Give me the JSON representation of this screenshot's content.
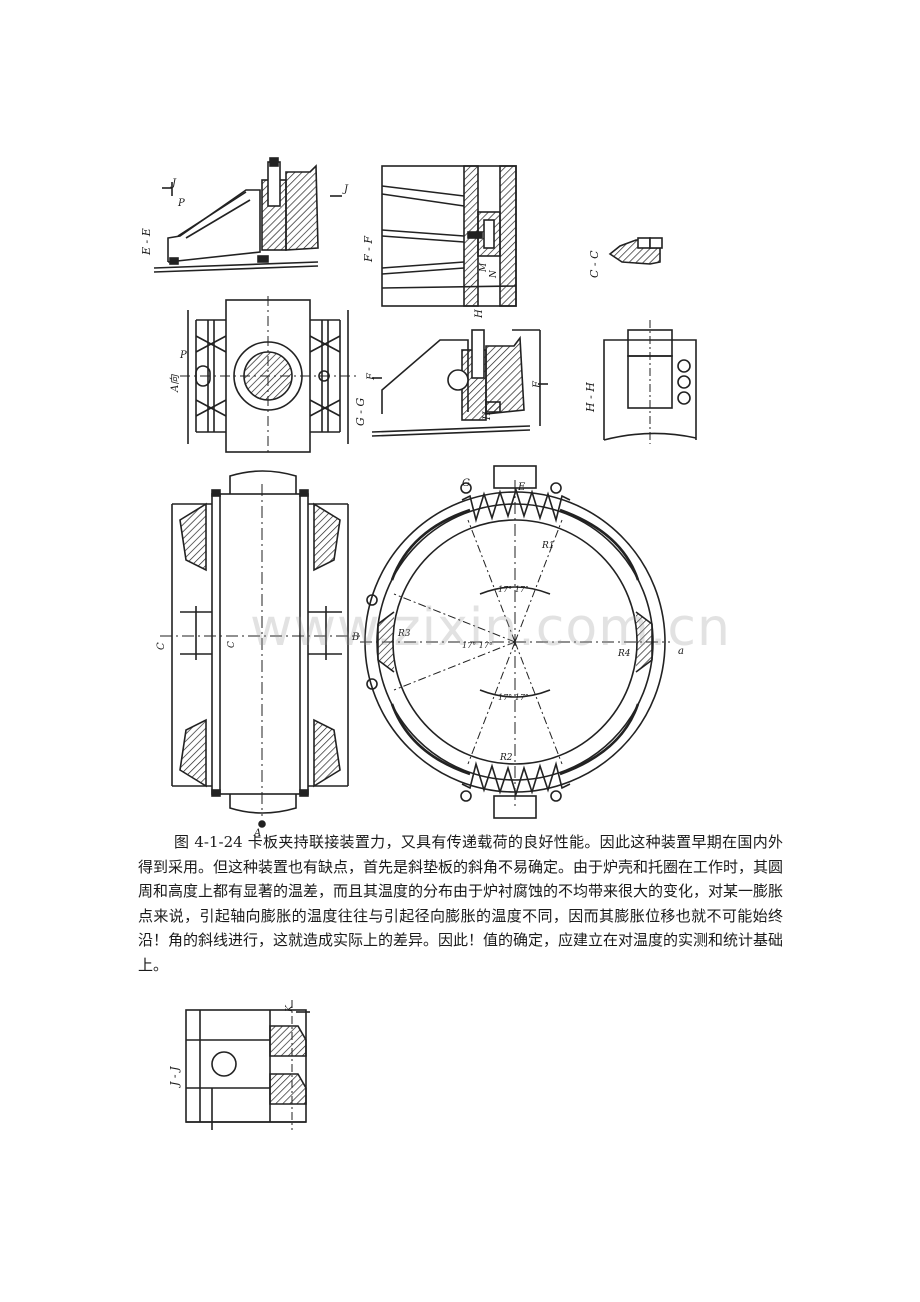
{
  "caption": {
    "text": "图 4-1-24 卡板夹持联接装置力，又具有传递载荷的良好性能。因此这种装置早期在国内外得到采用。但这种装置也有缺点，首先是斜垫板的斜角不易确定。由于炉壳和托圈在工作时，其圆周和高度上都有显著的温差，而且其温度的分布由于炉衬腐蚀的不均带来很大的变化，对某一膨胀点来说，引起轴向膨胀的温度往往与引起径向膨胀的温度不同，因而其膨胀位移也就不可能始终沿！角的斜线进行，这就造成实际上的差异。因此！值的确定，应建立在对温度的实测和统计基础上。"
  },
  "watermark": "www.zixin.com.cn",
  "drawing_labels": {
    "ee": "E - E",
    "ff": "F - F",
    "cc": "C - C",
    "gg": "G - G",
    "hh": "H - H",
    "jj": "J - J",
    "j": "J",
    "p": "P",
    "a_dir": "A向",
    "f": "F",
    "h": "H",
    "g": "G",
    "e": "E",
    "b": "B",
    "c": "C",
    "a_arrow": "A",
    "a_small": "a",
    "k": "K",
    "m": "M",
    "n": "N",
    "r1": "R1",
    "r2": "R2",
    "r3": "R3",
    "r4": "R4",
    "angle_top": "17°  17°",
    "angle_mid": "17° 17°",
    "angle_bottom": "17° 17°"
  }
}
